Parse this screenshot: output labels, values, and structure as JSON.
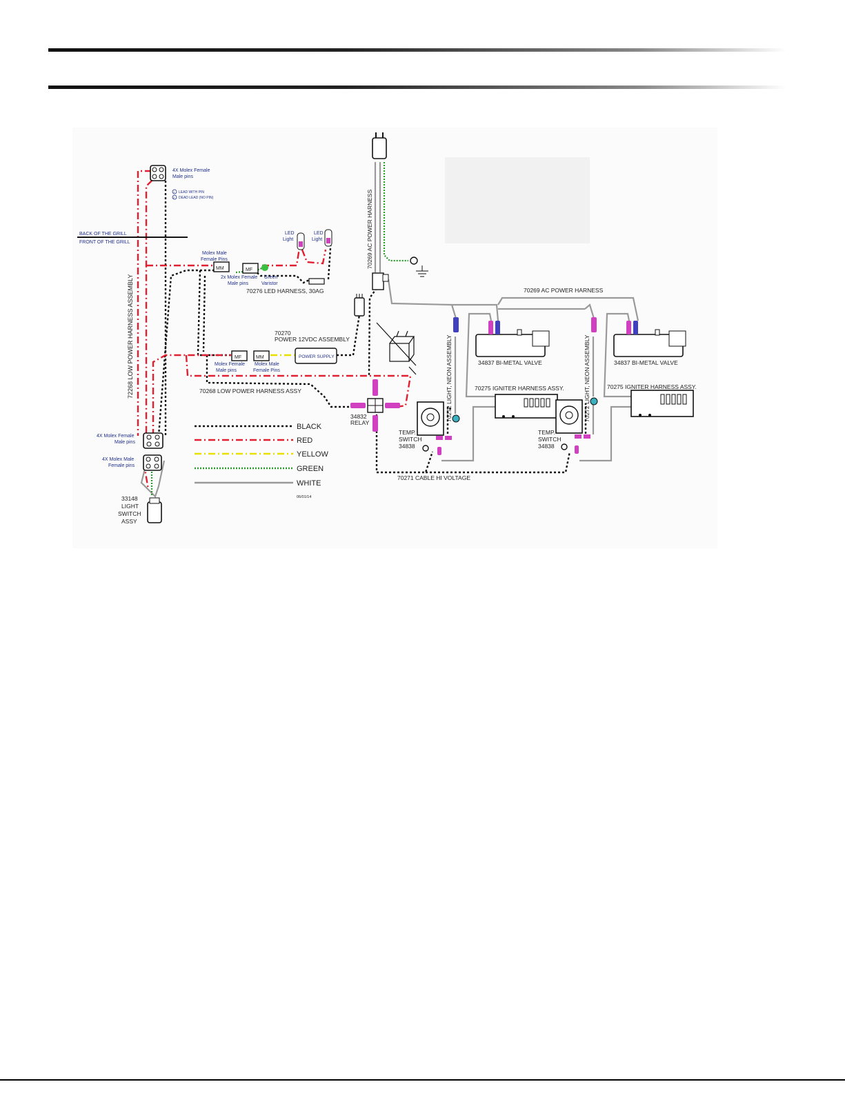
{
  "labels": {
    "molex_4x_female_male_pins_top": [
      "4X Molex Female",
      "Male pins"
    ],
    "lead_with_pin": "LEAD WITH PIN",
    "dead_lead": "DEAD LEAD (NO PIN)",
    "pin_symbol_a": "1",
    "pin_symbol_b": "2",
    "back_of_grill": "BACK OF THE GRILL",
    "front_of_grill": "FRONT OF THE GRILL",
    "low_power_harness_assembly": "72268 LOW POWER HARNESS ASSEMBLY",
    "led_light_1": [
      "LED",
      "Light"
    ],
    "led_light_2": [
      "LED",
      "Light"
    ],
    "molex_male_female_pins_1": [
      "Molex Male",
      "Female Pins"
    ],
    "molex_2x_female_male_pins": [
      "2x Molex Female",
      "Male pins"
    ],
    "green_varistor": [
      "Green",
      "Varistor"
    ],
    "led_harness": "70276 LED HARNESS, 30AG",
    "power_12vdc_assembly": [
      "70270",
      "POWER 12VDC ASSEMBLY"
    ],
    "power_supply": "POWER SUPPLY",
    "molex_female_male_pins_2": [
      "Molex Female",
      "Male pins"
    ],
    "molex_male_female_pins_2": [
      "Molex Male",
      "Female Pins"
    ],
    "low_power_harness_assy": "70268 LOW POWER HARNESS ASSY",
    "relay": [
      "34832",
      "RELAY"
    ],
    "molex_4x_female_male_pins_bottom": [
      "4X Molex Female",
      "Male pins"
    ],
    "molex_4x_male_female_pins": [
      "4X Molex Male",
      "Female pins"
    ],
    "light_switch_assy": [
      "33148",
      "LIGHT",
      "SWITCH",
      "ASSY"
    ],
    "ac_power_harness_vertical": "70269 AC POWER HARNESS",
    "ac_power_harness_horizontal": "70269 AC POWER HARNESS",
    "bimetal_valve_1": "34837 BI-METAL VALVE",
    "bimetal_valve_2": "34837 BI-METAL VALVE",
    "igniter_harness_1": "70275 IGNITER HARNESS ASSY.",
    "igniter_harness_2": "70275 IGNITER HARNESS ASSY.",
    "light_neon_assembly_1": "70272 LIGHT, NEON ASSEMBLY",
    "light_neon_assembly_2": "70272 LIGHT, NEON ASSEMBLY",
    "temp_switch_1": [
      "TEMP.",
      "SWITCH",
      "34838"
    ],
    "temp_switch_2": [
      "TEMP.",
      "SWITCH",
      "34838"
    ],
    "cable_hi_voltage": "70271 CABLE HI VOLTAGE",
    "date": "06/01/14",
    "connector_mm": "MM",
    "connector_mf": "MF"
  },
  "legend": [
    {
      "label": "BLACK",
      "color": "#111111",
      "dash": "3 3"
    },
    {
      "label": "RED",
      "color": "#e02030",
      "dash": "10 4 2 4"
    },
    {
      "label": "YELLOW",
      "color": "#e8e000",
      "dash": "10 4 2 4"
    },
    {
      "label": "GREEN",
      "color": "#2a9a2a",
      "dash": "2 2"
    },
    {
      "label": "WHITE",
      "color": "#999999",
      "dash": ""
    }
  ],
  "colors": {
    "black_wire": "#111111",
    "red_wire": "#e02030",
    "yellow_wire": "#e8e000",
    "green_wire": "#2a9a2a",
    "white_wire": "#9a9a9a",
    "pink_terminal": "#d040c0",
    "blue_terminal": "#4040c0",
    "cyan_light": "#3ab0c0",
    "varistor": "#3ac040"
  }
}
